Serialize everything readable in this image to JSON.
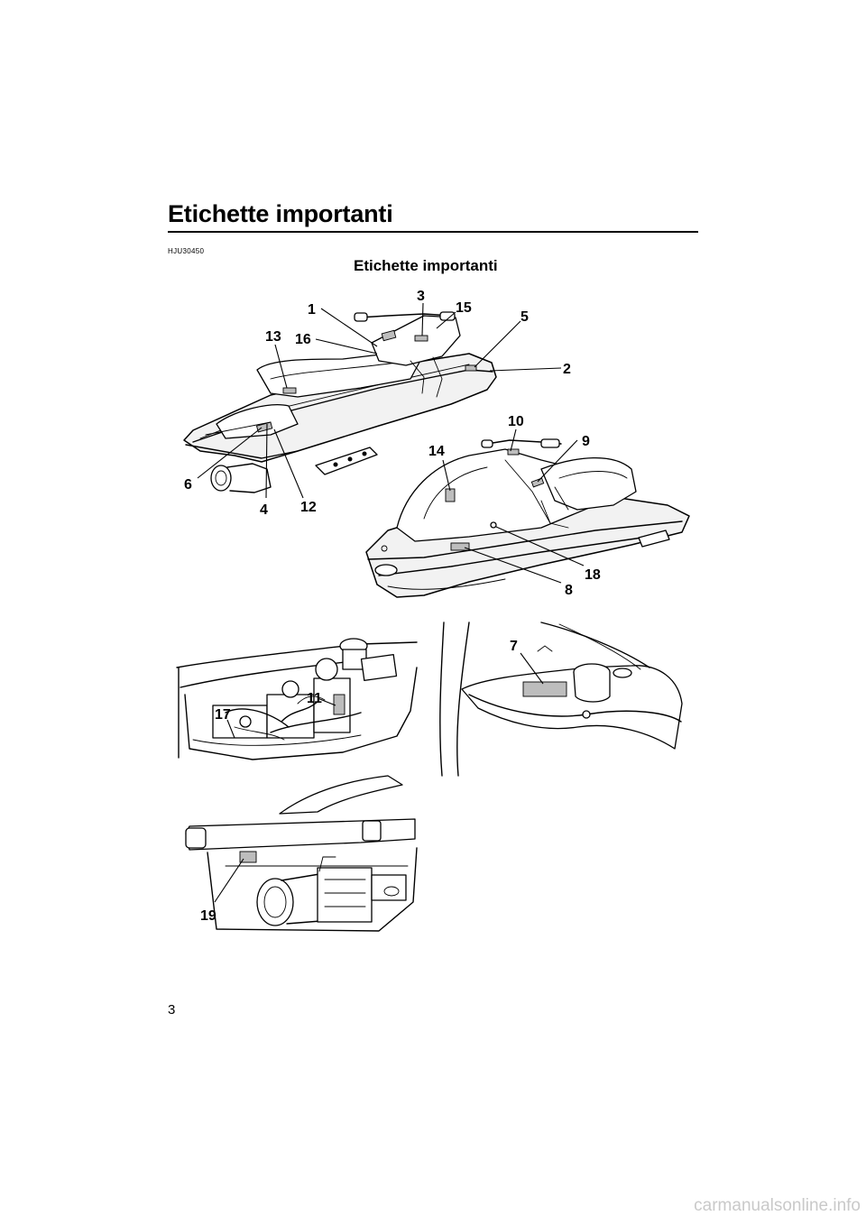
{
  "header": {
    "title": "Etichette importanti",
    "doc_code": "HJU30450"
  },
  "section": {
    "heading": "Etichette importanti"
  },
  "callouts": [
    "1",
    "2",
    "3",
    "4",
    "5",
    "6",
    "7",
    "8",
    "9",
    "10",
    "11",
    "12",
    "13",
    "14",
    "15",
    "16",
    "17",
    "18",
    "19"
  ],
  "footer": {
    "page_number": "3",
    "watermark": "carmanualsonline.info"
  }
}
